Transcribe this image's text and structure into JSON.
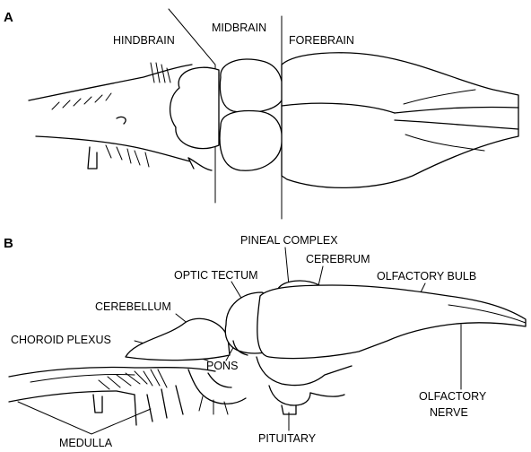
{
  "panel_a": {
    "letter": "A",
    "labels": {
      "hindbrain": "HINDBRAIN",
      "midbrain": "MIDBRAIN",
      "forebrain": "FOREBRAIN"
    }
  },
  "panel_b": {
    "letter": "B",
    "labels": {
      "pineal_complex": "PINEAL COMPLEX",
      "cerebrum": "CEREBRUM",
      "optic_tectum": "OPTIC TECTUM",
      "olfactory_bulb": "OLFACTORY BULB",
      "cerebellum": "CEREBELLUM",
      "choroid_plexus": "CHOROID PLEXUS",
      "pons": "PONS",
      "olfactory_nerve_1": "OLFACTORY",
      "olfactory_nerve_2": "NERVE",
      "medulla": "MEDULLA",
      "pituitary": "PITUITARY"
    }
  }
}
